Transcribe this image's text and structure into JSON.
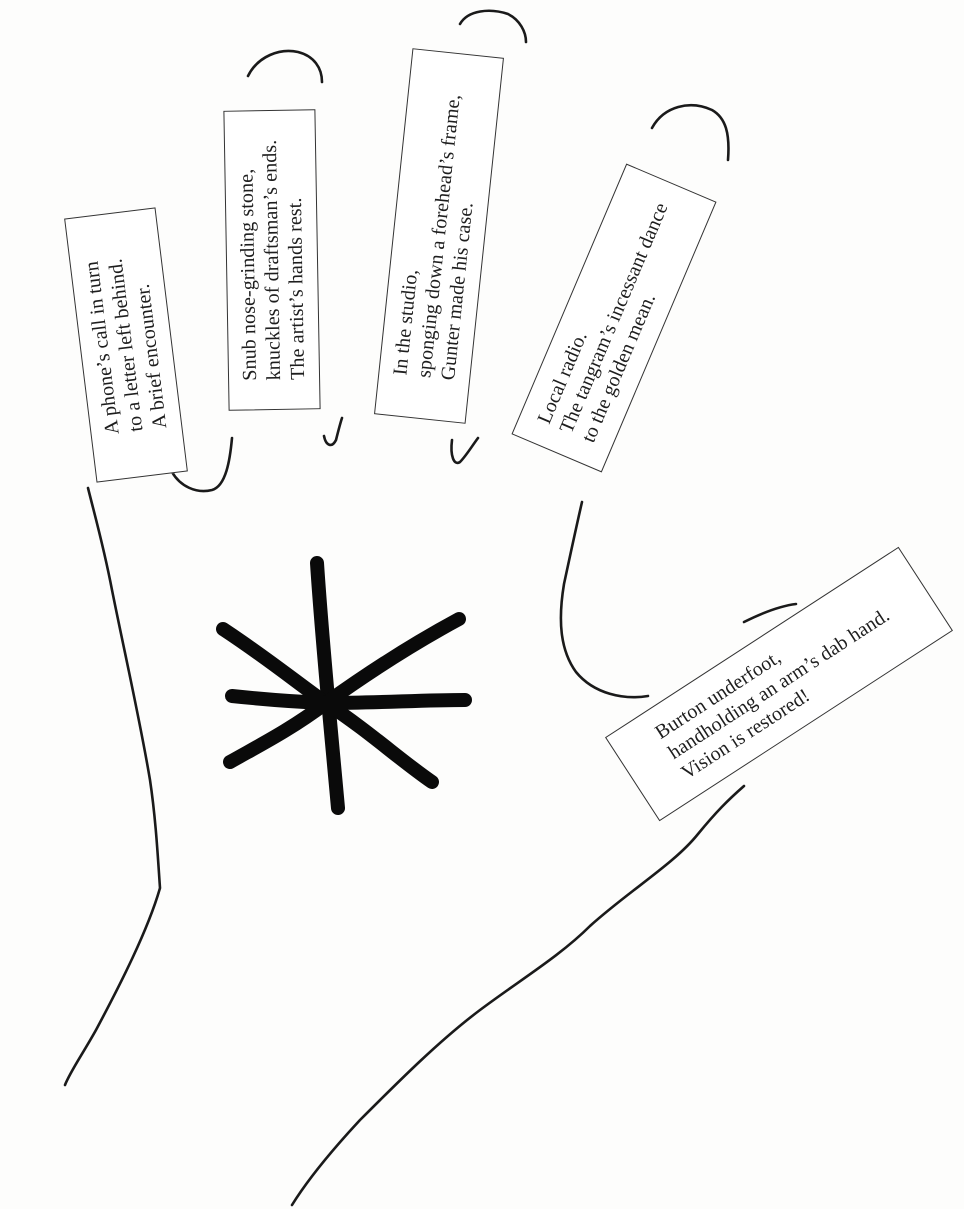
{
  "poems": {
    "pinky": {
      "line1": "A phone’s call in turn",
      "line2": "to a letter left behind.",
      "line3": "A brief encounter."
    },
    "ring": {
      "line1": "Snub nose-grinding stone,",
      "line2": "knuckles of draftsman’s ends.",
      "line3": "The artist’s hands rest."
    },
    "middle": {
      "line1": "In the studio,",
      "line2": "sponging down a forehead’s frame,",
      "line3": "Gunter made his case."
    },
    "index": {
      "line1": "Local radio.",
      "line2": "The tangram’s incessant dance",
      "line3": "to the golden mean."
    },
    "thumb": {
      "line1": "Burton underfoot,",
      "line2": "handholding an arm’s dab hand.",
      "line3": "Vision is restored!"
    }
  },
  "colors": {
    "outline": "#1a1a1a",
    "asterisk": "#0a0a0a",
    "label_bg": "#ffffff",
    "label_border": "#333333",
    "text": "#1e1e1e"
  },
  "symbols": {
    "palm_mark": "asterisk-icon"
  }
}
